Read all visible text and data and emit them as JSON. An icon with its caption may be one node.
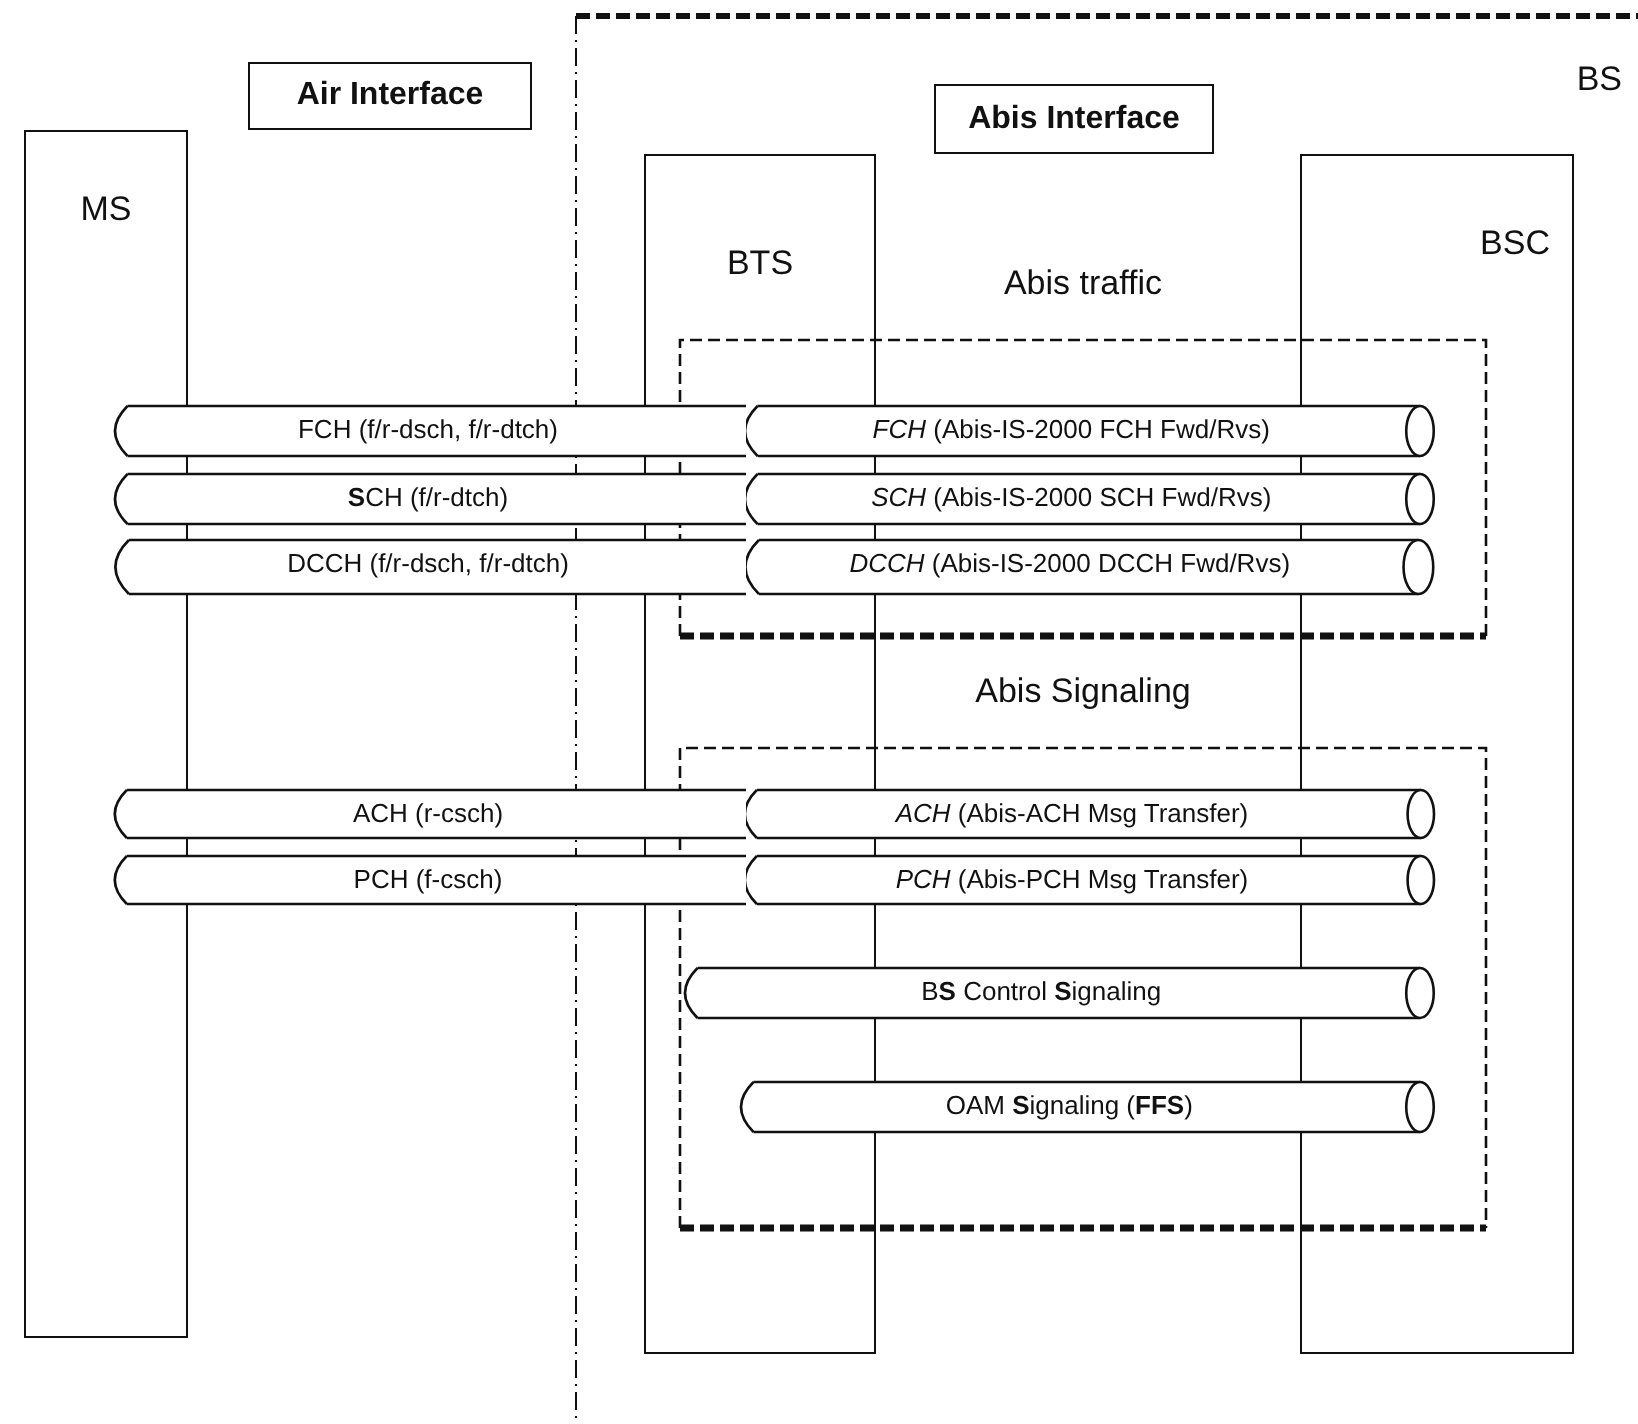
{
  "diagram": {
    "nodes": [
      {
        "text": [
          "Air Interface"
        ]
      },
      {
        "text": [
          "BS"
        ]
      },
      {
        "text": [
          "Abis Interface"
        ],
        "in": 1
      },
      {
        "text": [
          "MS"
        ]
      },
      {
        "text": [
          "BTS"
        ],
        "in": 1
      },
      {
        "text": [
          "BSC"
        ],
        "in": 1
      },
      {
        "text": [
          "Abis traffic"
        ],
        "in": 1
      },
      {
        "text": [
          "FCH (f/r-dsch, f/r-dtch)"
        ]
      },
      {
        "text": [
          "**S**CH (f/r-dtch)"
        ]
      },
      {
        "text": [
          "DCCH (f/r-dsch, f/r-dtch)"
        ]
      },
      {
        "text": [
          "*FCH* (Abis-IS-2000 FCH Fwd/Rvs)"
        ],
        "in": 6
      },
      {
        "text": [
          "*SCH* (Abis-IS-2000 SCH Fwd/Rvs)"
        ],
        "in": 6
      },
      {
        "text": [
          "*DCCH* (Abis-IS-2000 DCCH Fwd/Rvs)"
        ],
        "in": 6
      },
      {
        "text": [
          "Abis Signaling"
        ],
        "in": 1
      },
      {
        "text": [
          "ACH (r-csch)"
        ]
      },
      {
        "text": [
          "PCH (f-csch)"
        ]
      },
      {
        "text": [
          "*ACH* (Abis-ACH Msg Transfer)"
        ],
        "in": 13
      },
      {
        "text": [
          "*PCH* (Abis-PCH Msg Transfer)"
        ],
        "in": 13
      },
      {
        "text": [
          "B**S** Control **S**ignaling"
        ],
        "in": 13
      },
      {
        "text": [
          "OAM **S**ignaling (**FFS**)"
        ],
        "in": 13
      }
    ]
  }
}
